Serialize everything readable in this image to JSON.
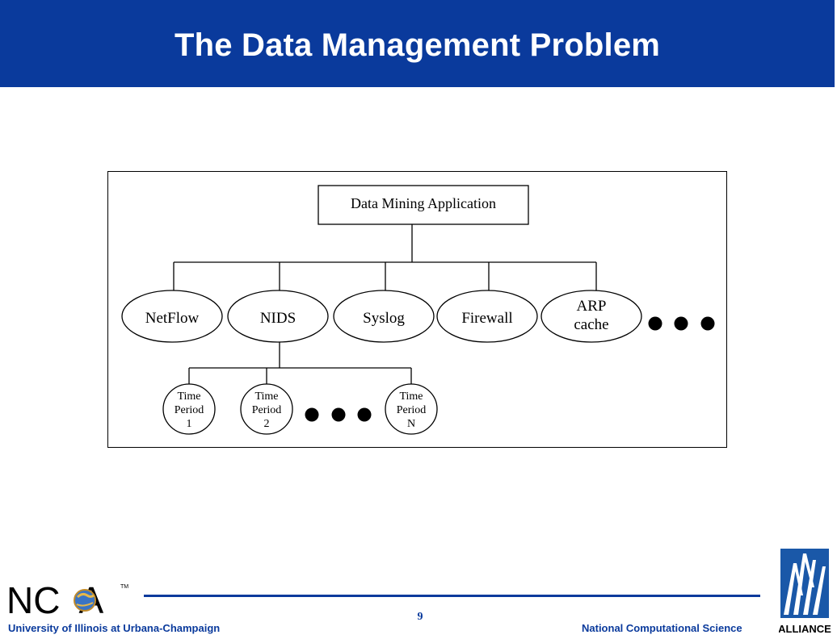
{
  "header": {
    "title": "The Data Management Problem"
  },
  "diagram": {
    "root": "Data Mining Application",
    "sources": [
      {
        "lines": [
          "NetFlow"
        ]
      },
      {
        "lines": [
          "NIDS"
        ]
      },
      {
        "lines": [
          "Syslog"
        ]
      },
      {
        "lines": [
          "Firewall"
        ]
      },
      {
        "lines": [
          "ARP",
          "cache"
        ]
      }
    ],
    "time_periods": [
      {
        "lines": [
          "Time",
          "Period",
          "1"
        ]
      },
      {
        "lines": [
          "Time",
          "Period",
          "2"
        ]
      },
      {
        "lines": [
          "Time",
          "Period",
          "N"
        ]
      }
    ]
  },
  "footer": {
    "page_number": "9",
    "left_text": "University of Illinois  at Urbana-Champaign",
    "right_text": "National Computational Science"
  },
  "logos": {
    "ncsa": {
      "text": "NC  A",
      "tm": "TM"
    },
    "alliance": {
      "text": "ALLIANCE"
    }
  },
  "colors": {
    "brand_blue": "#0a3a9c",
    "logo_blue": "#1a58a8"
  }
}
